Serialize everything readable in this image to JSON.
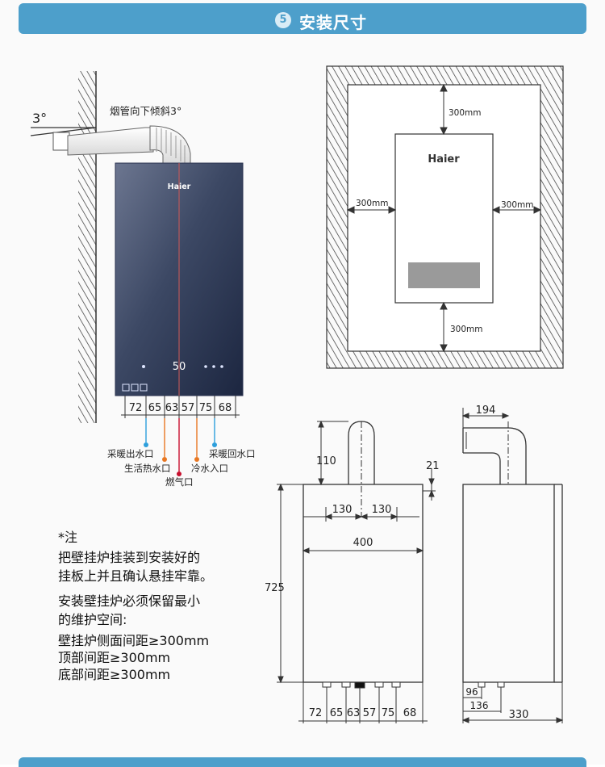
{
  "header": {
    "number": "5",
    "title": "安装尺寸"
  },
  "side_view": {
    "angle_label": "3°",
    "flue_label": "烟管向下倾斜3°",
    "brand": "Haier",
    "display_text": "50",
    "spacings": [
      "72",
      "65",
      "63",
      "57",
      "75",
      "68"
    ],
    "connections": {
      "heating_out": "采暖出水口",
      "dhw_out": "生活热水口",
      "gas": "燃气口",
      "cold_in": "冷水入口",
      "heating_return": "采暖回水口"
    },
    "colors": {
      "blue": "#2d9fdc",
      "orange": "#e87722",
      "red": "#c8102e"
    }
  },
  "clearance_view": {
    "brand": "Haier",
    "top": "300mm",
    "left": "300mm",
    "right": "300mm",
    "bottom": "300mm"
  },
  "front_view": {
    "height": "725",
    "flue_height": "110",
    "offset": "21",
    "half_left": "130",
    "half_right": "130",
    "width": "400",
    "spacings": [
      "72",
      "65",
      "63",
      "57",
      "75",
      "68"
    ]
  },
  "side_dims": {
    "flue_offset": "194",
    "depth": "330",
    "pipe_a": "96",
    "pipe_b": "136"
  },
  "note": {
    "title": "*注",
    "lines": [
      "把壁挂炉挂装到安装好的",
      "挂板上并且确认悬挂牢靠。",
      "安装壁挂炉必须保留最小",
      "的维护空间:",
      "壁挂炉侧面间距≥300mm",
      "顶部间距≥300mm",
      "底部间距≥300mm"
    ]
  }
}
